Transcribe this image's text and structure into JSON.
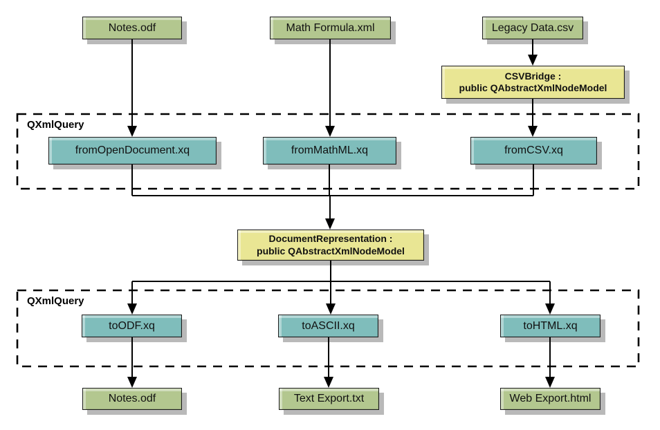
{
  "diagram": {
    "containers": [
      {
        "label": "QXmlQuery"
      },
      {
        "label": "QXmlQuery"
      }
    ],
    "nodes": {
      "notes_top": {
        "label": "Notes.odf",
        "type": "file"
      },
      "math_formula": {
        "label": "Math Formula.xml",
        "type": "file"
      },
      "legacy_data": {
        "label": "Legacy Data.csv",
        "type": "file"
      },
      "csv_bridge": {
        "label_line1": "CSVBridge :",
        "label_line2": "public QAbstractXmlNodeModel",
        "type": "class"
      },
      "from_opendocument": {
        "label": "fromOpenDocument.xq",
        "type": "query"
      },
      "from_mathml": {
        "label": "fromMathML.xq",
        "type": "query"
      },
      "from_csv": {
        "label": "fromCSV.xq",
        "type": "query"
      },
      "document_representation": {
        "label_line1": "DocumentRepresentation :",
        "label_line2": "public QAbstractXmlNodeModel",
        "type": "class"
      },
      "to_odf": {
        "label": "toODF.xq",
        "type": "query"
      },
      "to_ascii": {
        "label": "toASCII.xq",
        "type": "query"
      },
      "to_html": {
        "label": "toHTML.xq",
        "type": "query"
      },
      "notes_bottom": {
        "label": "Notes.odf",
        "type": "file"
      },
      "text_export": {
        "label": "Text Export.txt",
        "type": "file"
      },
      "web_export": {
        "label": "Web Export.html",
        "type": "file"
      }
    },
    "edges": [
      {
        "from": "notes_top",
        "to": "from_opendocument"
      },
      {
        "from": "math_formula",
        "to": "from_mathml"
      },
      {
        "from": "legacy_data",
        "to": "csv_bridge"
      },
      {
        "from": "csv_bridge",
        "to": "from_csv"
      },
      {
        "from": "from_opendocument",
        "to": "document_representation"
      },
      {
        "from": "from_mathml",
        "to": "document_representation"
      },
      {
        "from": "from_csv",
        "to": "document_representation"
      },
      {
        "from": "document_representation",
        "to": "to_odf"
      },
      {
        "from": "document_representation",
        "to": "to_ascii"
      },
      {
        "from": "document_representation",
        "to": "to_html"
      },
      {
        "from": "to_odf",
        "to": "notes_bottom"
      },
      {
        "from": "to_ascii",
        "to": "text_export"
      },
      {
        "from": "to_html",
        "to": "web_export"
      }
    ],
    "colors": {
      "file_fill": "#b3c78f",
      "query_fill": "#7fbdbb",
      "class_fill": "#e9e694",
      "shadow": "#b9b9b9",
      "line": "#000000",
      "background": "#ffffff"
    }
  }
}
